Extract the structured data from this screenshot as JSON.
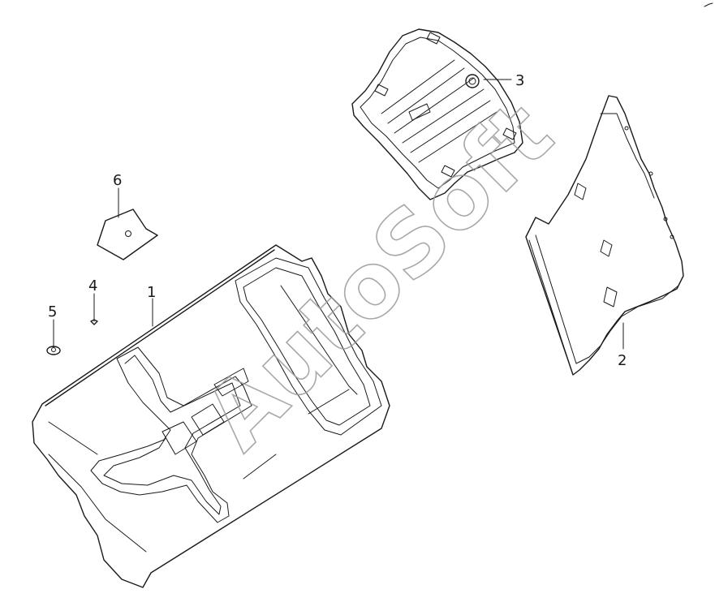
{
  "watermark": "AutoSoft",
  "parts": [
    {
      "id": "part-1",
      "label": "1"
    },
    {
      "id": "part-2",
      "label": "2"
    },
    {
      "id": "part-3",
      "label": "3"
    },
    {
      "id": "part-4",
      "label": "4"
    },
    {
      "id": "part-5",
      "label": "5"
    },
    {
      "id": "part-6",
      "label": "6"
    }
  ]
}
